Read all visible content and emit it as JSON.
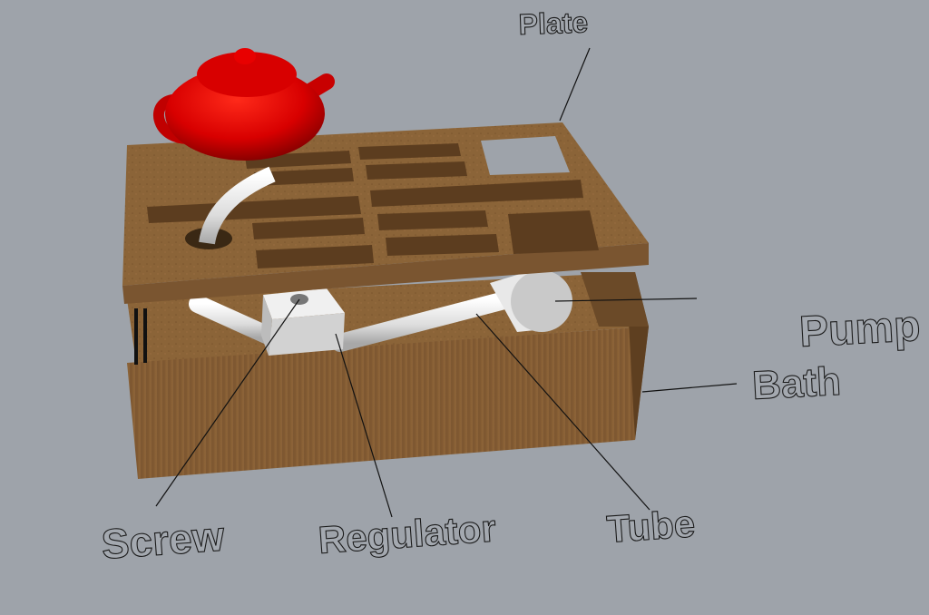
{
  "scene": {
    "background": "#9ea3aa",
    "wood_color": "#8a6238",
    "wood_dark": "#6b4a28",
    "teapot_color": "#e00000",
    "metal_color": "#e6e6e6"
  },
  "labels": {
    "plate": "Plate",
    "pump": "Pump",
    "bath": "Bath",
    "screw": "Screw",
    "regulator": "Regulator",
    "tube": "Tube"
  }
}
